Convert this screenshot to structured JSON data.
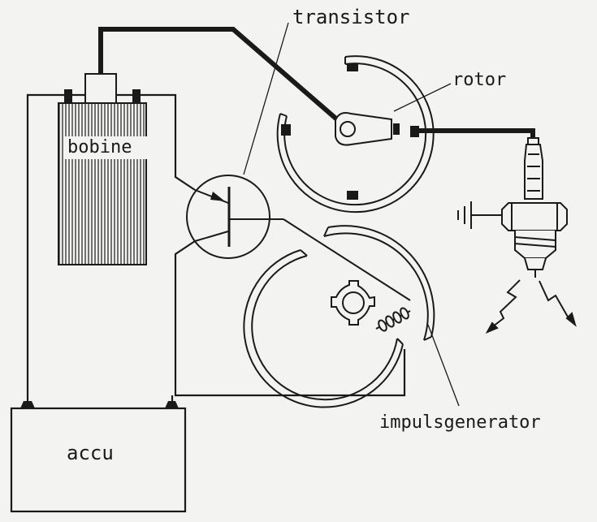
{
  "labels": {
    "transistor": "transistor",
    "rotor": "rotor",
    "bobine": "bobine",
    "accu": "accu",
    "impulsgenerator": "impulsgenerator"
  },
  "colors": {
    "ink": "#1a1a1a",
    "paper": "#f3f3f1",
    "hatch": "#2a2a2a"
  }
}
